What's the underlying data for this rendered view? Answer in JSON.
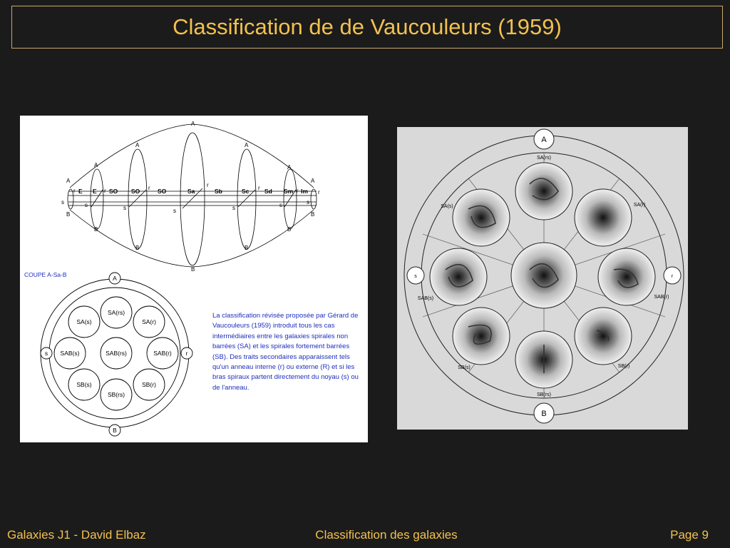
{
  "title": "Classification de de Vaucouleurs (1959)",
  "footer": {
    "left": "Galaxies J1 - David Elbaz",
    "center": "Classification des galaxies",
    "right": "Page 9"
  },
  "left_diagram": {
    "axis_labels": {
      "A": "A",
      "B": "B",
      "r": "r",
      "s": "s"
    },
    "sequence": [
      "E",
      "E",
      "SO",
      "SO",
      "SO",
      "Sa",
      "Sb",
      "Sc",
      "Sd",
      "Sm",
      "Im"
    ],
    "section_title": "COUPE A-Sa-B",
    "section_cells": [
      "SA(rs)",
      "SA(s)",
      "SA(r)",
      "SAB(s)",
      "SAB(rs)",
      "SAB(r)",
      "SB(s)",
      "SB(r)",
      "SB(rs)"
    ],
    "caption": "La classification révisée proposée par Gérard de Vaucouleurs (1959) introduit tous les cas intermédiaires entre les galaxies spirales non barrées (SA) et les spirales fortement barrées (SB). Des traits secondaires apparaissent tels qu'un anneau interne (r) ou externe (R) et si les bras spiraux partent directement du noyau (s) ou de l'anneau."
  },
  "right_diagram": {
    "axis_labels": {
      "A": "A",
      "B": "B",
      "s": "s",
      "r": "r"
    },
    "cells": [
      "SA(rs)",
      "SA(s)",
      "SA(r)",
      "SAB(s)",
      "SAB(r)",
      "SB(s)",
      "SB(r)",
      "SB(rs)"
    ]
  },
  "colors": {
    "background": "#1b1b1b",
    "title": "#f2c14e",
    "caption": "#1d2fbf",
    "section_title": "#1d2fbf"
  }
}
